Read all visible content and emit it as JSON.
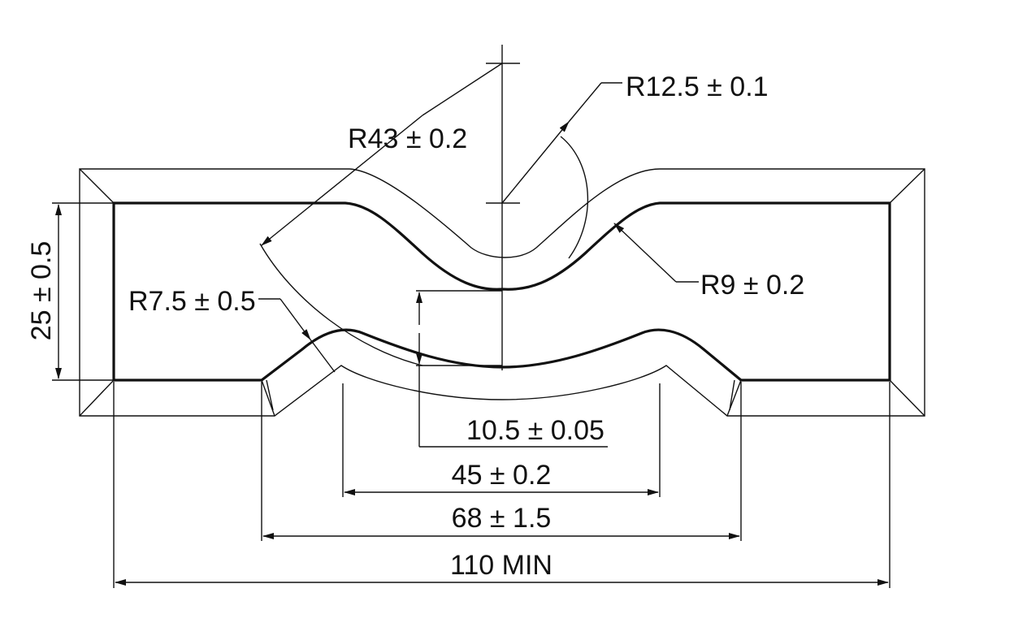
{
  "drawing": {
    "dimensions": {
      "thickness": "25 ± 0.5",
      "radius_top_large": "R43 ± 0.2",
      "radius_top_small": "R12.5 ± 0.1",
      "radius_right": "R9 ± 0.2",
      "radius_left": "R7.5 ± 0.5",
      "neck_width": "10.5 ± 0.05",
      "inner_span": "45 ± 0.2",
      "middle_span": "68 ± 1.5",
      "overall_length": "110 MIN"
    }
  }
}
